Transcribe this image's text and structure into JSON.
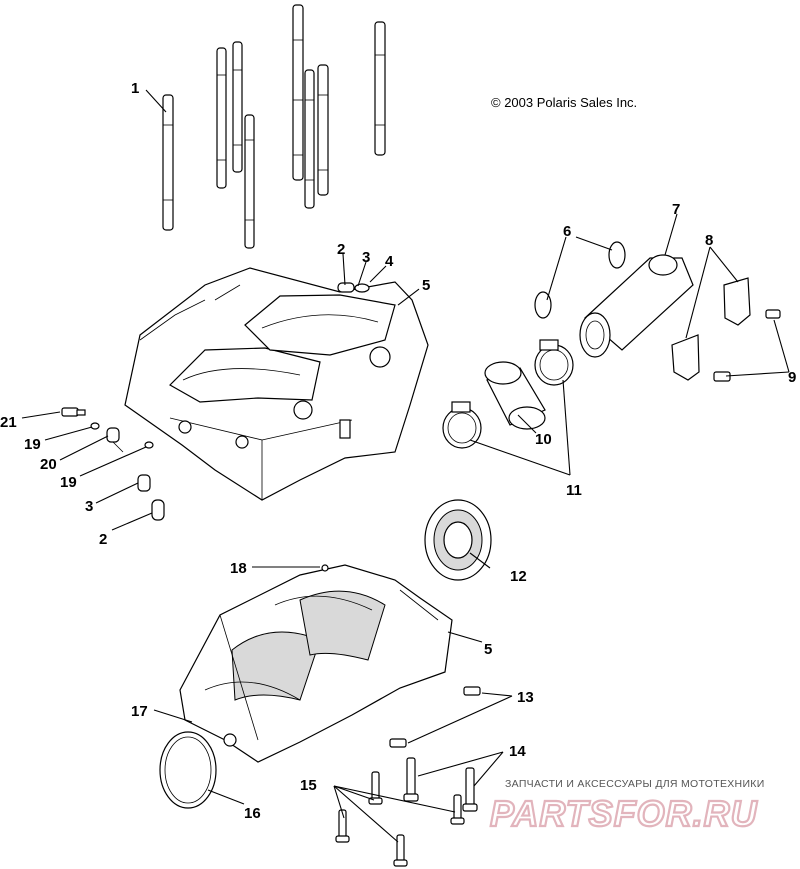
{
  "copyright": "© 2003 Polaris Sales Inc.",
  "watermark": {
    "tagline": "ЗАПЧАСТИ И АКСЕССУАРЫ ДЛЯ МОТОТЕХНИКИ",
    "brand": "PARTSFOR.RU"
  },
  "callouts": {
    "c1": "1",
    "c2_top": "2",
    "c3_top": "3",
    "c4": "4",
    "c5_top": "5",
    "c6": "6",
    "c7": "7",
    "c8": "8",
    "c9": "9",
    "c10": "10",
    "c11": "11",
    "c21": "21",
    "c19_a": "19",
    "c20": "20",
    "c19_b": "19",
    "c3_bot": "3",
    "c2_bot": "2",
    "c12": "12",
    "c18": "18",
    "c5_bot": "5",
    "c13": "13",
    "c17": "17",
    "c14": "14",
    "c15": "15",
    "c16": "16"
  }
}
